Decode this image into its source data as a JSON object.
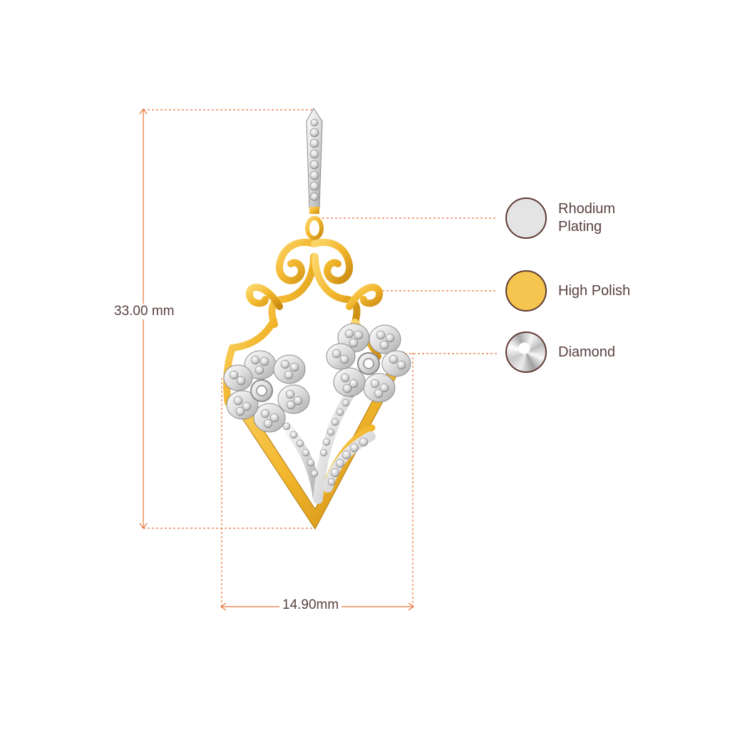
{
  "dimensions": {
    "height_label": "33.00 mm",
    "width_label": "14.90mm"
  },
  "legend": {
    "rhodium": {
      "label": "Rhodium Plating",
      "color": "#e4e4e4"
    },
    "high_polish": {
      "label": "High Polish",
      "color": "#f5c54f"
    },
    "diamond": {
      "label": "Diamond",
      "color": "#d8d8d8"
    }
  },
  "colors": {
    "guide_line": "#e8743a",
    "gold": "#f2b62c",
    "gold_dark": "#c98a12",
    "legend_text": "#5a4040",
    "swatch_border": "#5e3a32"
  }
}
